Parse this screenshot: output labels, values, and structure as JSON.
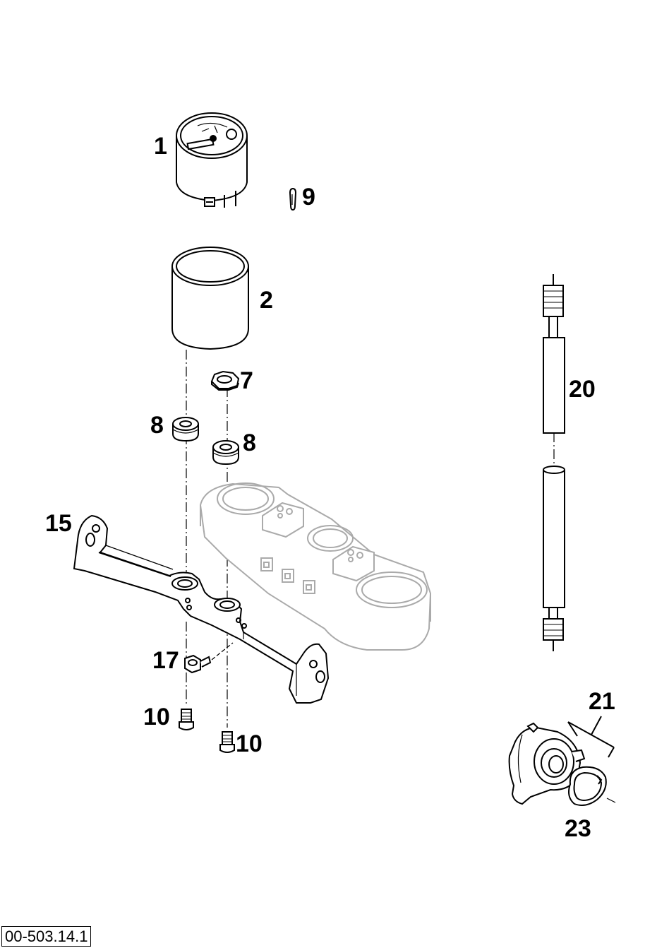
{
  "diagram": {
    "part_labels": {
      "speedometer": "1",
      "cover_sleeve": "2",
      "nut": "7",
      "grommet_left": "8",
      "grommet_right": "8",
      "bulb": "9",
      "screw_left": "10",
      "screw_right": "10",
      "bracket": "15",
      "bolt": "17",
      "cable": "20",
      "drive_unit": "21",
      "retaining_ring": "23"
    },
    "document_number": "00-503.14.1"
  },
  "colors": {
    "line": "#000000",
    "ghost_line": "#aaaaaa",
    "background": "#ffffff"
  }
}
